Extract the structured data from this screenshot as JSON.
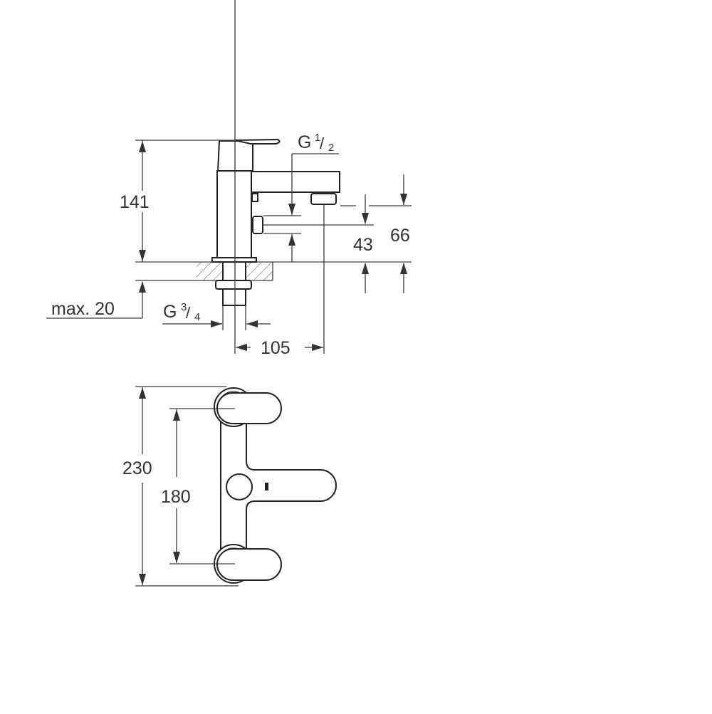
{
  "side_view": {
    "height_label": "141",
    "outlet_thread": {
      "prefix": "G",
      "num": "1",
      "den": "2"
    },
    "outlet_height_label": "43",
    "spout_height_label": "66",
    "deck_thickness_label": "max. 20",
    "inlet_thread": {
      "prefix": "G",
      "num": "3",
      "den": "4"
    },
    "projection_label": "105"
  },
  "top_view": {
    "overall_length_label": "230",
    "center_distance_label": "180"
  }
}
